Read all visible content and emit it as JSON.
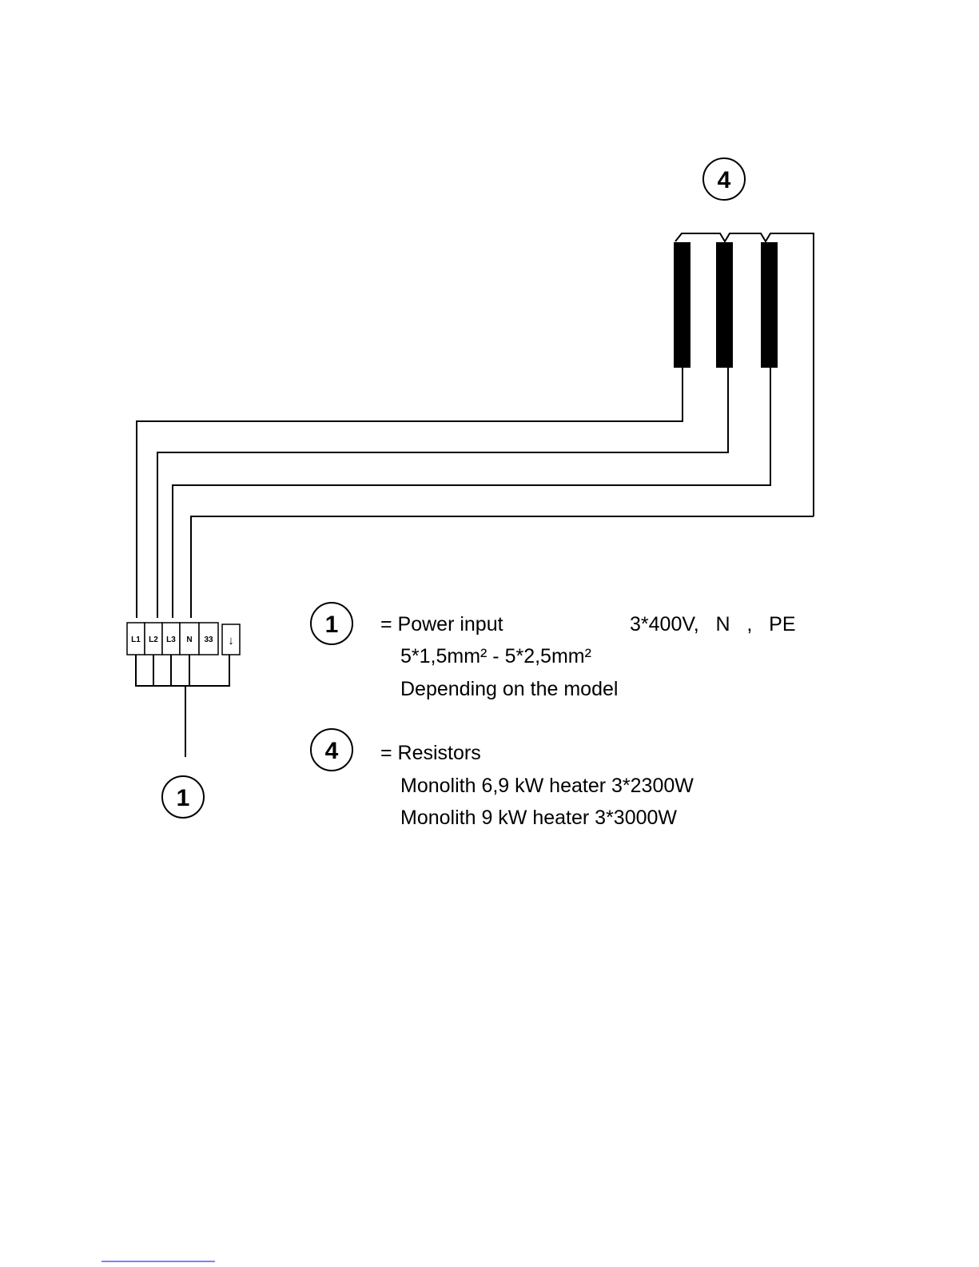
{
  "terminals": [
    "L1",
    "L2",
    "L3",
    "N",
    "33"
  ],
  "ground_symbol": "↓",
  "callouts": {
    "resistor_group": "4",
    "power_input": "1"
  },
  "legend": [
    {
      "number": "1",
      "title": "= Power input",
      "spec": "3*400V,   N   ,   PE",
      "lines": [
        "5*1,5mm² - 5*2,5mm²",
        "Depending on the model"
      ]
    },
    {
      "number": "4",
      "title": "= Resistors",
      "spec": "",
      "lines": [
        "Monolith 6,9 kW heater 3*2300W",
        "Monolith 9 kW heater 3*3000W"
      ]
    }
  ],
  "colors": {
    "line": "#000000",
    "resistor_fill": "#000000",
    "footer_rule": "#0000ff"
  }
}
